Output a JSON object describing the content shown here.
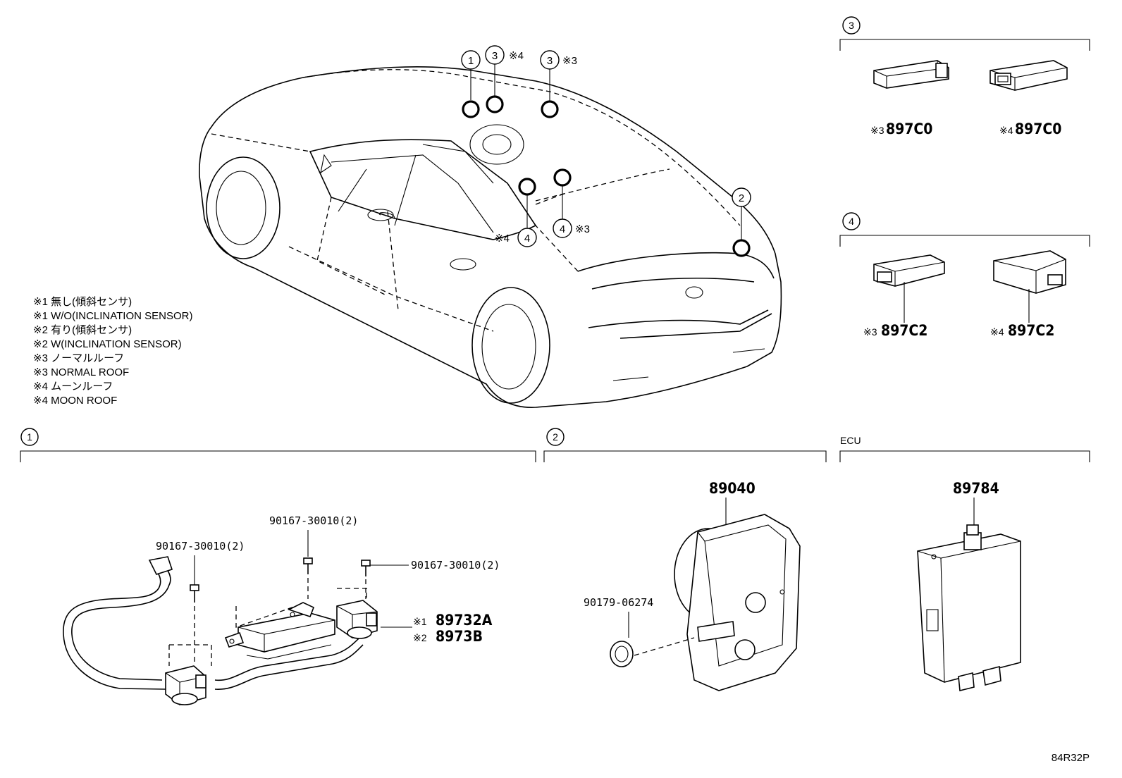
{
  "diagram_code": "84R32P",
  "legend": [
    "※1 無し(傾斜センサ)",
    "※1 W/O(INCLINATION SENSOR)",
    "※2 有り(傾斜センサ)",
    "※2 W(INCLINATION SENSOR)",
    "※3 ノーマルルーフ",
    "※3 NORMAL ROOF",
    "※4 ムーンルーフ",
    "※4 MOON ROOF"
  ],
  "car_callouts": [
    {
      "num": "1",
      "note": ""
    },
    {
      "num": "3",
      "note": "※4"
    },
    {
      "num": "3",
      "note": "※3"
    },
    {
      "num": "2",
      "note": ""
    },
    {
      "num": "4",
      "note": "※4"
    },
    {
      "num": "4",
      "note": "※3"
    }
  ],
  "section3": {
    "num": "3",
    "parts": [
      {
        "note": "※3",
        "part": "897C0"
      },
      {
        "note": "※4",
        "part": "897C0"
      }
    ]
  },
  "section4": {
    "num": "4",
    "parts": [
      {
        "note": "※3",
        "part": "897C2"
      },
      {
        "note": "※4",
        "part": "897C2"
      }
    ]
  },
  "section1": {
    "num": "1",
    "screws": [
      "90167-30010(2)",
      "90167-30010(2)",
      "90167-30010(2)"
    ],
    "sensor_parts": [
      {
        "note": "※1",
        "part": "89732A"
      },
      {
        "note": "※2",
        "part": "8973B"
      }
    ]
  },
  "section2": {
    "num": "2",
    "main_part": "89040",
    "clip_part": "90179-06274"
  },
  "ecu": {
    "label": "ECU",
    "part": "89784"
  },
  "icons": [
    "circled-number-callout",
    "sensor-marker"
  ]
}
